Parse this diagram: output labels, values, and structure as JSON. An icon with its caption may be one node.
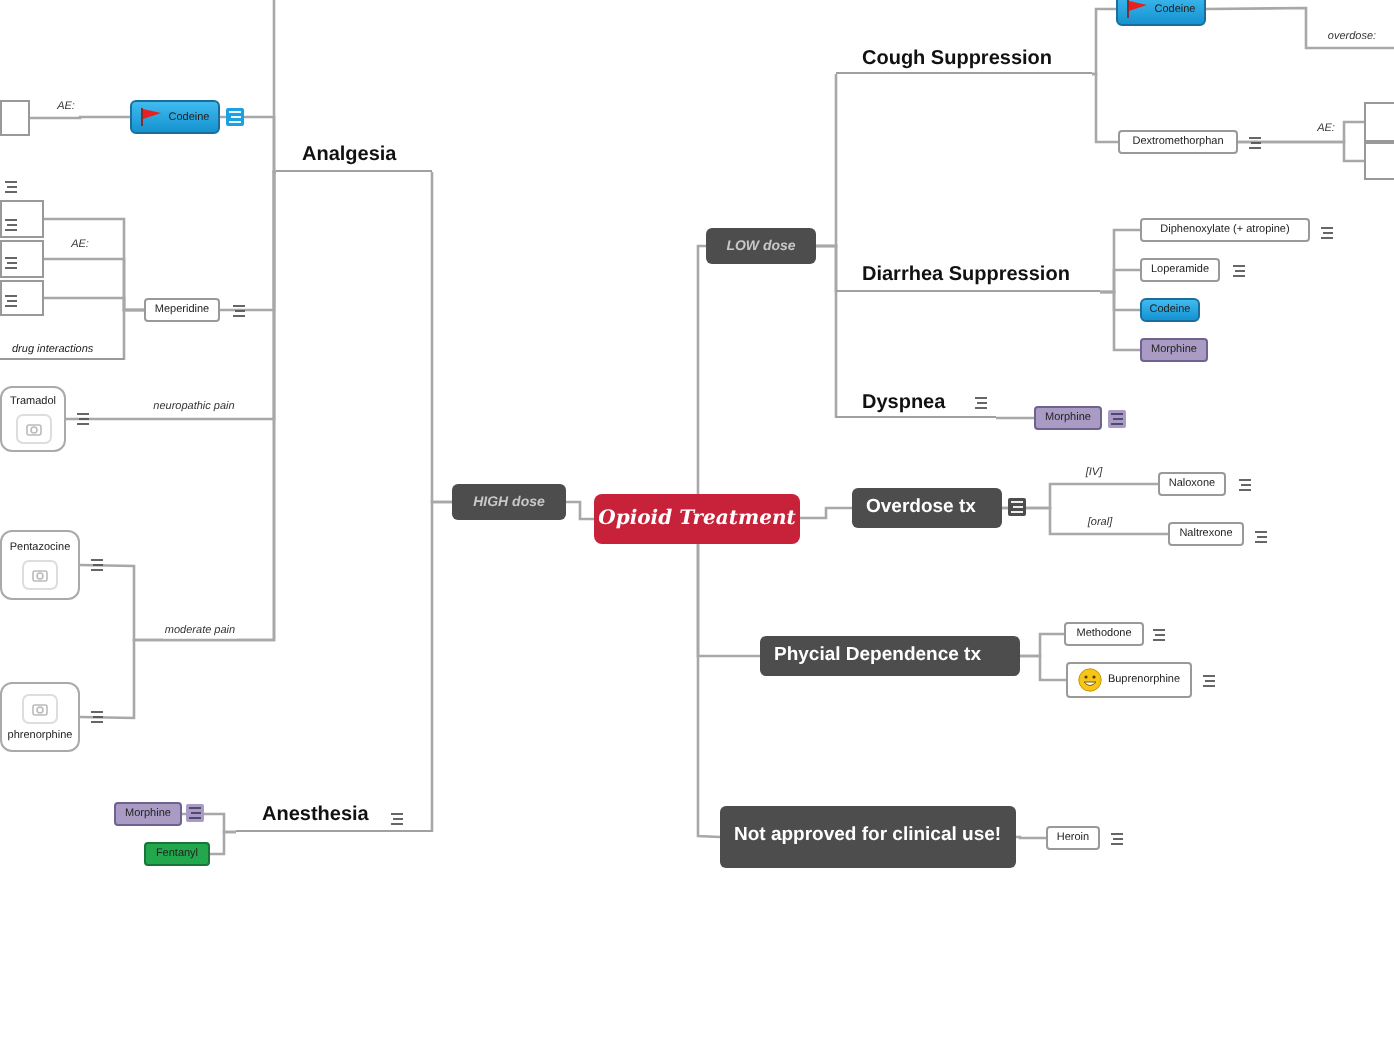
{
  "diagram": {
    "nodes": [
      {
        "text": [
          "Opioid Treatment"
        ]
      },
      {
        "text": [
          "HIGH dose"
        ]
      },
      {
        "text": [
          "LOW dose"
        ]
      },
      {
        "text": [
          "Analgesia"
        ]
      },
      {
        "text": [
          "Anesthesia"
        ]
      },
      {
        "text": [
          "Codeine"
        ]
      },
      {
        "text": [],
        "shape": "box"
      },
      {
        "text": [
          "Meperidine"
        ]
      },
      {
        "text": [],
        "shape": "box"
      },
      {
        "text": [],
        "shape": "box"
      },
      {
        "text": [],
        "shape": "box"
      },
      {
        "text": [
          "drug interactions"
        ]
      },
      {
        "text": [
          "Tramadol"
        ]
      },
      {
        "text": [
          "Pentazocine"
        ]
      },
      {
        "text": [
          "phrenorphine"
        ]
      },
      {
        "text": [
          "Morphine"
        ]
      },
      {
        "text": [
          "Fentanyl"
        ]
      },
      {
        "text": [
          "Cough Suppression"
        ]
      },
      {
        "text": [
          "Codeine"
        ]
      },
      {
        "text": [
          "Dextromethorphan"
        ]
      },
      {
        "text": [],
        "shape": "box"
      },
      {
        "text": [],
        "shape": "box"
      },
      {
        "text": [
          "Diarrhea Suppression"
        ]
      },
      {
        "text": [
          "Diphenoxylate (+ atropine)"
        ]
      },
      {
        "text": [
          "Loperamide"
        ]
      },
      {
        "text": [
          "Codeine"
        ]
      },
      {
        "text": [
          "Morphine"
        ]
      },
      {
        "text": [
          "Dyspnea"
        ]
      },
      {
        "text": [
          "Morphine"
        ]
      },
      {
        "text": [
          "Overdose tx"
        ]
      },
      {
        "text": [
          "Naloxone"
        ]
      },
      {
        "text": [
          "Naltrexone"
        ]
      },
      {
        "text": [
          "Phycial Dependence tx"
        ]
      },
      {
        "text": [
          "Methodone"
        ]
      },
      {
        "text": [
          "Buprenorphine"
        ]
      },
      {
        "text": [
          "Not approved for clinical use!"
        ]
      },
      {
        "text": [
          "Heroin"
        ]
      }
    ],
    "edges": [
      {
        "from": 0,
        "to": 1,
        "arrow": "none"
      },
      {
        "from": 0,
        "to": 2,
        "arrow": "none"
      },
      {
        "from": 0,
        "to": 29,
        "arrow": "none"
      },
      {
        "from": 0,
        "to": 32,
        "arrow": "none"
      },
      {
        "from": 0,
        "to": 35,
        "arrow": "none"
      },
      {
        "from": 1,
        "to": 3,
        "arrow": "none"
      },
      {
        "from": 1,
        "to": 4,
        "arrow": "none"
      },
      {
        "from": 3,
        "to": null,
        "arrow": "none"
      },
      {
        "from": 3,
        "to": 5,
        "arrow": "none"
      },
      {
        "from": 5,
        "to": 6,
        "arrow": "none",
        "label": "AE:"
      },
      {
        "from": 3,
        "to": 7,
        "arrow": "none"
      },
      {
        "from": 7,
        "to": 8,
        "arrow": "none",
        "label": "AE:"
      },
      {
        "from": 7,
        "to": 9,
        "arrow": "none"
      },
      {
        "from": 7,
        "to": 10,
        "arrow": "none"
      },
      {
        "from": 7,
        "to": 11,
        "arrow": "none"
      },
      {
        "from": 3,
        "to": 12,
        "arrow": "none",
        "label": "neuropathic pain"
      },
      {
        "from": 3,
        "to": 13,
        "arrow": "none",
        "label": "moderate pain"
      },
      {
        "from": 3,
        "to": 14,
        "arrow": "none"
      },
      {
        "from": 4,
        "to": 15,
        "arrow": "none"
      },
      {
        "from": 4,
        "to": 16,
        "arrow": "none"
      },
      {
        "from": 2,
        "to": 17,
        "arrow": "none"
      },
      {
        "from": 2,
        "to": 22,
        "arrow": "none"
      },
      {
        "from": 2,
        "to": 27,
        "arrow": "none"
      },
      {
        "from": 17,
        "to": 18,
        "arrow": "none"
      },
      {
        "from": 17,
        "to": 19,
        "arrow": "none"
      },
      {
        "from": 18,
        "to": null,
        "arrow": "none",
        "label": "overdose:"
      },
      {
        "from": 19,
        "to": 20,
        "arrow": "none",
        "label": "AE:"
      },
      {
        "from": 19,
        "to": 21,
        "arrow": "none"
      },
      {
        "from": 22,
        "to": 23,
        "arrow": "none"
      },
      {
        "from": 22,
        "to": 24,
        "arrow": "none"
      },
      {
        "from": 22,
        "to": 25,
        "arrow": "none"
      },
      {
        "from": 22,
        "to": 26,
        "arrow": "none"
      },
      {
        "from": 27,
        "to": 28,
        "arrow": "none"
      },
      {
        "from": 29,
        "to": 30,
        "arrow": "none",
        "label": "[IV]"
      },
      {
        "from": 29,
        "to": 31,
        "arrow": "none",
        "label": "[oral]"
      },
      {
        "from": 32,
        "to": 33,
        "arrow": "none"
      },
      {
        "from": 32,
        "to": 34,
        "arrow": "none"
      },
      {
        "from": 35,
        "to": 36,
        "arrow": "none"
      }
    ]
  }
}
